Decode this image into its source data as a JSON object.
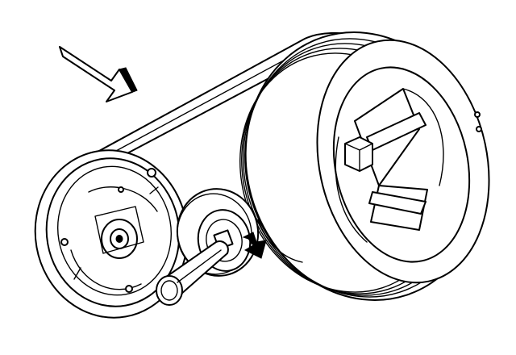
{
  "diagram": {
    "components": [
      {
        "id": "belt",
        "icon": "drive-belt-icon"
      },
      {
        "id": "crankshaft-pulley",
        "icon": "crankshaft-pulley-icon"
      },
      {
        "id": "ac-compressor-pulley",
        "icon": "ac-compressor-pulley-icon"
      },
      {
        "id": "belt-tensioner",
        "icon": "belt-tensioner-icon"
      },
      {
        "id": "breaker-bar",
        "icon": "breaker-bar-tool-icon"
      }
    ],
    "arrows": [
      {
        "id": "view-direction",
        "icon": "view-direction-arrow-icon"
      },
      {
        "id": "tensioner-rotation",
        "icon": "rotation-direction-arrow-icon"
      }
    ],
    "colors": {
      "line": "#000000",
      "fill": "#ffffff"
    }
  }
}
